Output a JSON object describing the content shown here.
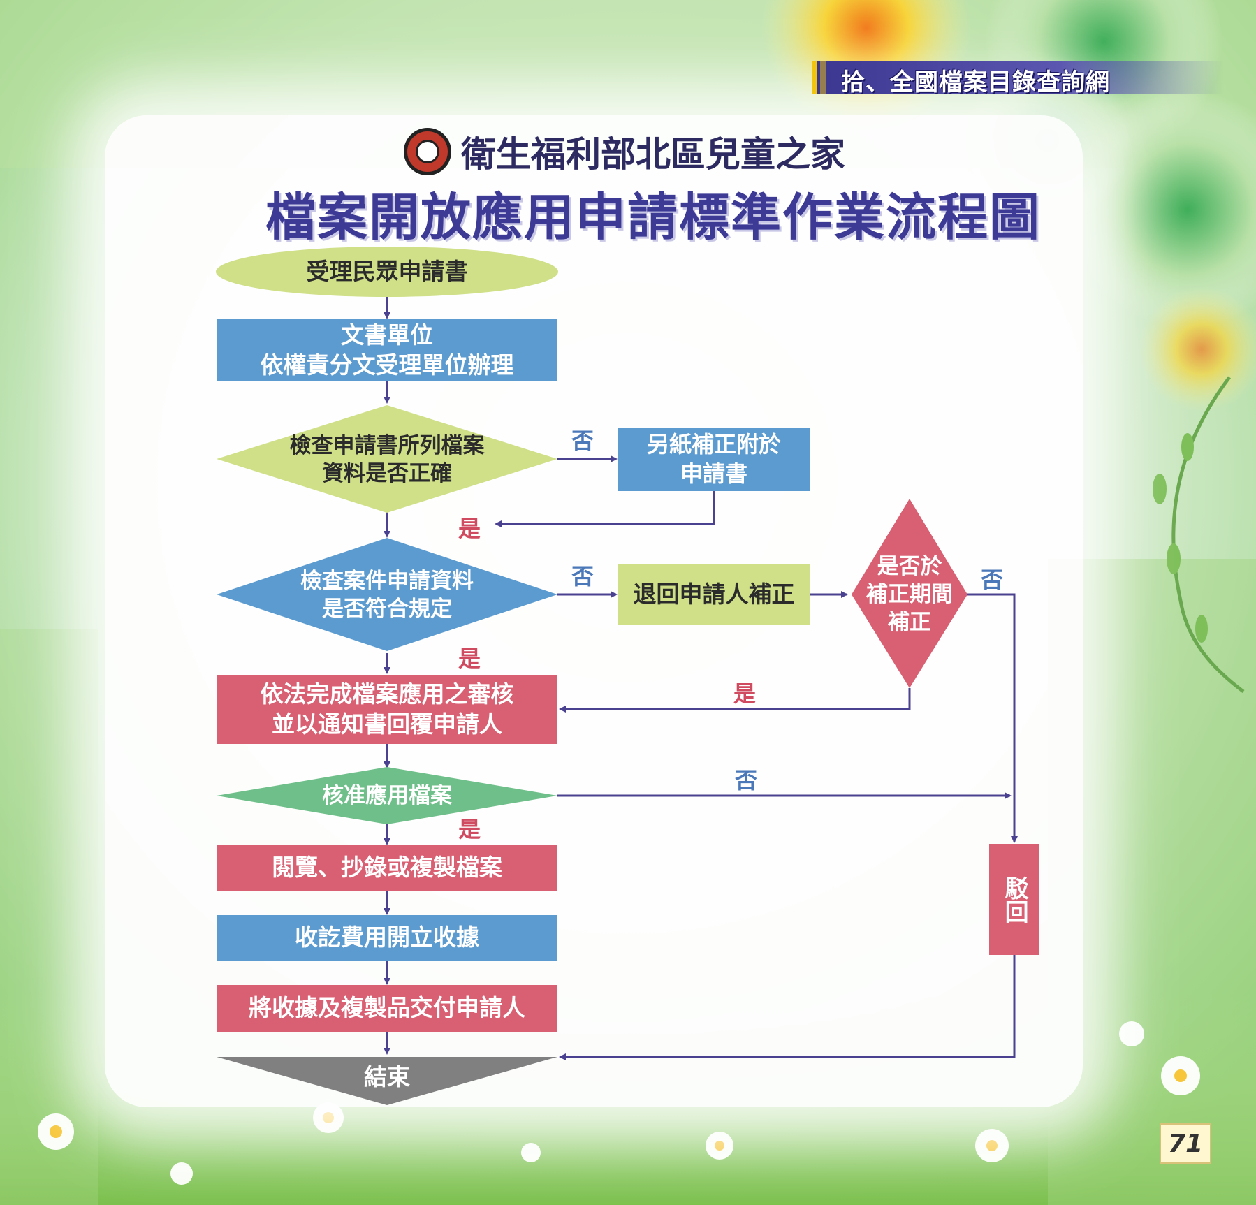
{
  "header": {
    "section_label": "拾、全國檔案目錄查詢網",
    "organization": "衛生福利部北區兒童之家",
    "title": "檔案開放應用申請標準作業流程圖"
  },
  "nodes": {
    "start": "受理民眾申請書",
    "doc_unit_line1": "文書單位",
    "doc_unit_line2": "依權責分文受理單位辦理",
    "check_form_line1": "檢查申請書所列檔案",
    "check_form_line2": "資料是否正確",
    "supplement_line1": "另紙補正附於",
    "supplement_line2": "申請書",
    "check_rules_line1": "檢查案件申請資料",
    "check_rules_line2": "是否符合規定",
    "return_applicant": "退回申請人補正",
    "within_period_line1": "是否於",
    "within_period_line2": "補正期間",
    "within_period_line3": "補正",
    "review_line1": "依法完成檔案應用之審核",
    "review_line2": "並以通知書回覆申請人",
    "approve": "核准應用檔案",
    "view_copy": "閱覽、抄錄或複製檔案",
    "fees": "收訖費用開立收據",
    "deliver": "將收據及複製品交付申請人",
    "end": "結束",
    "reject": "駁回"
  },
  "edge_labels": {
    "no": "否",
    "yes": "是"
  },
  "page_number": "71",
  "colors": {
    "blue": "#5b9bd0",
    "red": "#d95f72",
    "lime": "#cfe088",
    "green_diamond": "#6fbf8a",
    "gray_end": "#808080",
    "arrow": "#4a4190",
    "title": "#3d3a96"
  }
}
